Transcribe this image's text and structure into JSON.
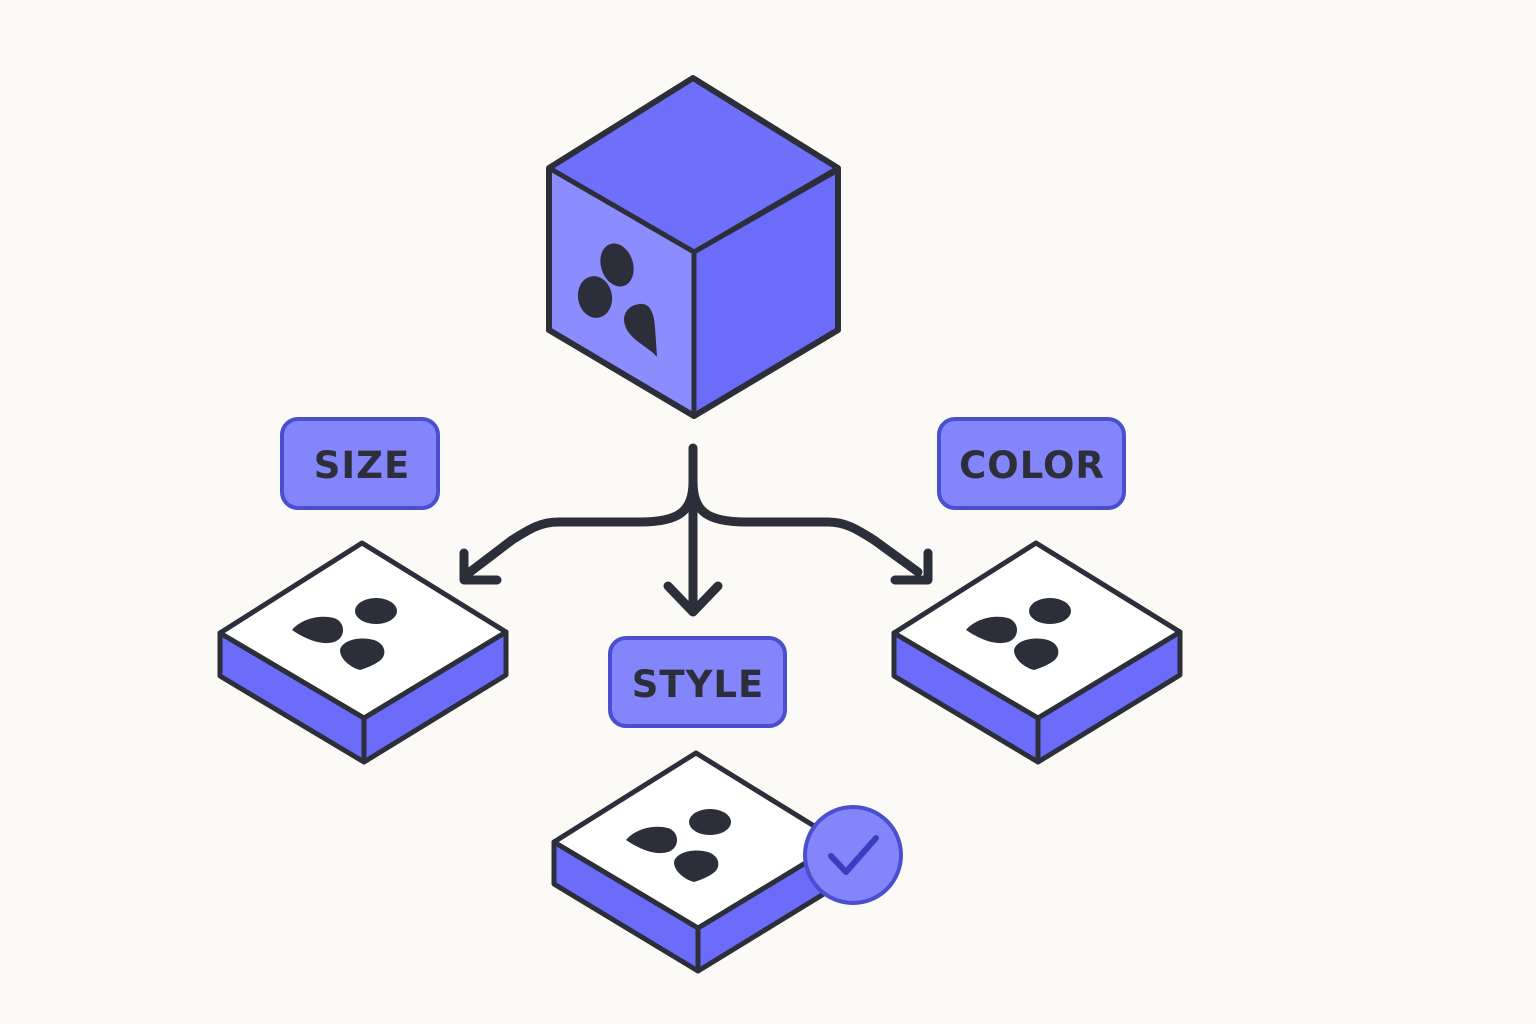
{
  "diagram": {
    "root": {
      "name": "master-cube"
    },
    "labels": {
      "size": "SIZE",
      "style": "STYLE",
      "color": "COLOR"
    },
    "variants": [
      {
        "name": "size-variant",
        "selected": false
      },
      {
        "name": "style-variant",
        "selected": true
      },
      {
        "name": "color-variant",
        "selected": false
      }
    ]
  },
  "colors": {
    "background": "#fbfaf6",
    "accent": "#6b6dfa",
    "accent_light": "#8b8dff",
    "label_fill": "#8385fb",
    "label_border": "#4b4ecf",
    "outline": "#2c2f3a",
    "tile_top": "#ffffff"
  },
  "icons": {
    "cube_mark": "three-drops-icon",
    "selected_mark": "checkmark-icon"
  }
}
